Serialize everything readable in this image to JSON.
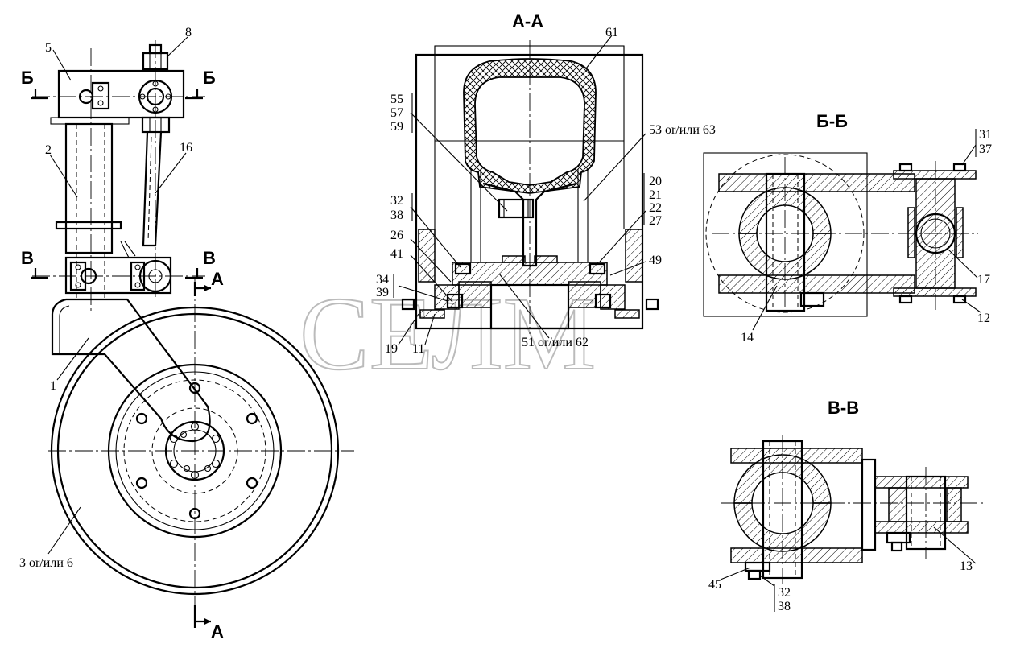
{
  "drawing": {
    "watermark": "СЕЛМ",
    "section_titles": {
      "aa": "A-A",
      "bb": "Б-Б",
      "vv": "B-B"
    },
    "cut_markers": {
      "a_top": "A",
      "a_bottom": "A",
      "b_left": "Б",
      "b_right": "Б",
      "v_left": "B",
      "v_right": "B"
    },
    "callouts_main": {
      "c5": "5",
      "c8": "8",
      "c2": "2",
      "c16": "16",
      "c1": "1",
      "c3": "3 or/или 6"
    },
    "callouts_aa": {
      "c61": "61",
      "c55": "55",
      "c57": "57",
      "c59": "59",
      "c53": "53 or/или 63",
      "c32": "32",
      "c38": "38",
      "c20": "20",
      "c21": "21",
      "c22": "22",
      "c27": "27",
      "c26": "26",
      "c41": "41",
      "c49": "49",
      "c34": "34",
      "c39": "39",
      "c19": "19",
      "c11": "11",
      "c51": "51 or/или 62"
    },
    "callouts_bb": {
      "c31": "31",
      "c37": "37",
      "c14": "14",
      "c17": "17",
      "c12": "12"
    },
    "callouts_vv": {
      "c13": "13",
      "c45": "45",
      "c32": "32",
      "c38": "38"
    }
  }
}
